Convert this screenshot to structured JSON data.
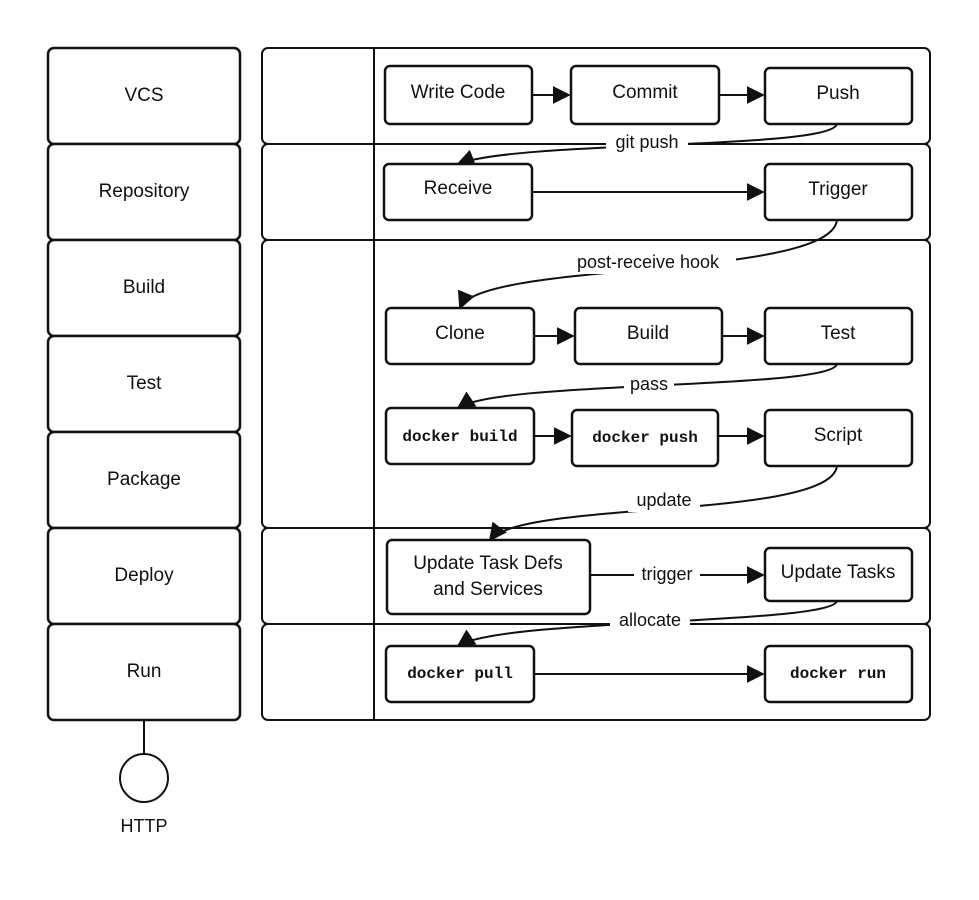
{
  "stages": [
    "VCS",
    "Repository",
    "Build",
    "Test",
    "Package",
    "Deploy",
    "Run"
  ],
  "nodes": {
    "write_code": "Write Code",
    "commit": "Commit",
    "push": "Push",
    "receive": "Receive",
    "trigger": "Trigger",
    "clone": "Clone",
    "build": "Build",
    "test": "Test",
    "docker_build": "docker build",
    "docker_push": "docker push",
    "script": "Script",
    "update_task_defs_line1": "Update Task Defs",
    "update_task_defs_line2": "and Services",
    "update_tasks": "Update Tasks",
    "docker_pull": "docker pull",
    "docker_run": "docker run"
  },
  "edges": {
    "git_push": "git push",
    "post_receive_hook": "post-receive hook",
    "pass": "pass",
    "update": "update",
    "trigger": "trigger",
    "allocate": "allocate"
  },
  "endpoint": {
    "label": "HTTP"
  }
}
